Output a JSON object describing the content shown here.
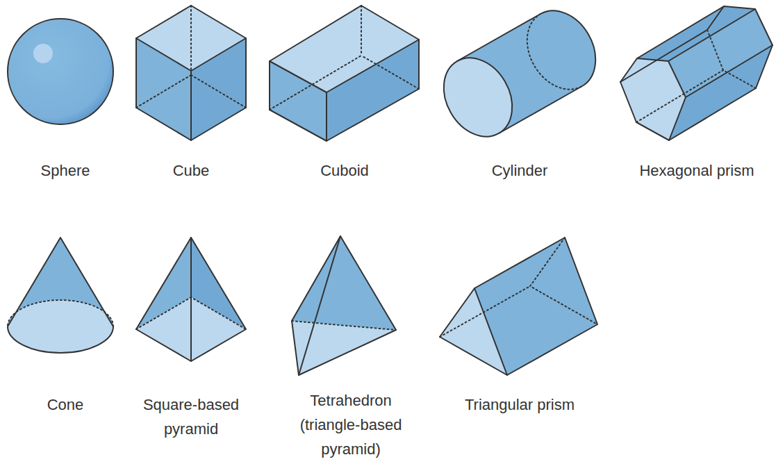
{
  "diagram": {
    "labels": [
      "Sphere",
      "Cube",
      "Cuboid",
      "Cylinder",
      "Hexagonal prism",
      "Cone",
      "Square-based pyramid",
      "Tetrahedron (triangle-based pyramid)",
      "Triangular prism"
    ]
  }
}
